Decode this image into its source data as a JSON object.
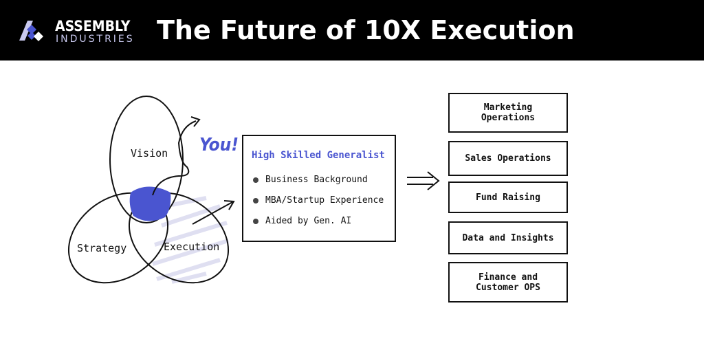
{
  "header": {
    "brand_line1": "ASSEMBLY",
    "brand_line2": "INDUSTRIES",
    "title": "The Future of 10X Execution"
  },
  "venn": {
    "circles": [
      "Vision",
      "Strategy",
      "Execution"
    ],
    "pointer": "You!"
  },
  "profile": {
    "title": "High Skilled Generalist",
    "items": [
      "Business Background",
      "MBA/Startup Experience",
      "Aided by Gen. AI"
    ]
  },
  "outcomes": [
    "Marketing\nOperations",
    "Sales Operations",
    "Fund Raising",
    "Data and Insights",
    "Finance and\nCustomer OPS"
  ],
  "colors": {
    "accent": "#4a55d0",
    "light_accent": "#dcdcf0"
  }
}
